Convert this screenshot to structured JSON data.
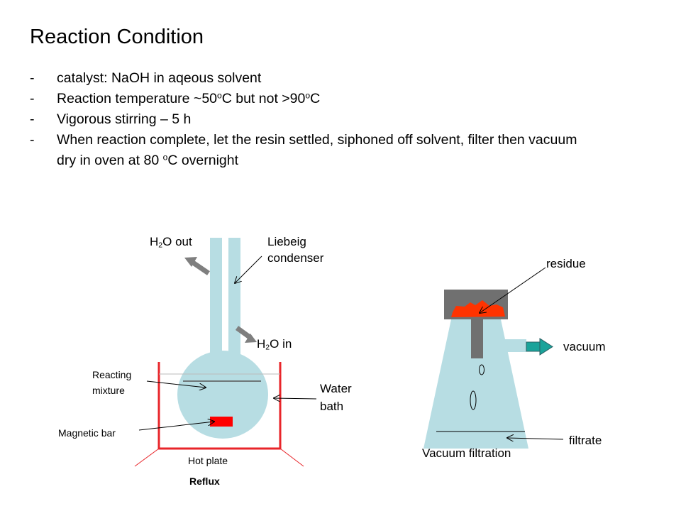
{
  "title": "Reaction Condition",
  "bullets": [
    {
      "dash": "-",
      "parts": [
        [
          "t",
          "catalyst: NaOH in aqeous solvent"
        ]
      ]
    },
    {
      "dash": "-",
      "parts": [
        [
          "t",
          "Reaction temperature ~50"
        ],
        [
          "sup",
          "o"
        ],
        [
          "t",
          "C but not >90"
        ],
        [
          "sup",
          "o"
        ],
        [
          "t",
          "C"
        ]
      ]
    },
    {
      "dash": "-",
      "parts": [
        [
          "t",
          "Vigorous stirring – 5 h"
        ]
      ]
    },
    {
      "dash": "-",
      "parts": [
        [
          "t",
          "When reaction complete, let the resin settled, siphoned off solvent, filter then vacuum dry in oven at 80 "
        ],
        [
          "sup",
          "o"
        ],
        [
          "t",
          "C overnight"
        ]
      ]
    }
  ],
  "reflux": {
    "h2o_out": {
      "pre": "H",
      "sub": "2",
      "post": "O out"
    },
    "h2o_in": {
      "pre": "H",
      "sub": "2",
      "post": "O in"
    },
    "condenser_label_1": "Liebeig",
    "condenser_label_2": "condenser",
    "reacting_1": "Reacting",
    "reacting_2": "mixture",
    "water_bath_1": "Water",
    "water_bath_2": "bath",
    "magnetic_bar": "Magnetic bar",
    "hot_plate": "Hot plate",
    "caption": "Reflux"
  },
  "filtration": {
    "residue": "residue",
    "vacuum": "vacuum",
    "filtrate": "filtrate",
    "caption": "Vacuum filtration"
  },
  "colors": {
    "glass_fill": "#b7dde3",
    "bath_red": "#e8252a",
    "magnet_red": "#ff0000",
    "arrow_gray": "#7f7f7f",
    "funnel_gray": "#707070",
    "vacuum_arrow": "#1aa39a",
    "residue_orange": "#ff3300"
  }
}
